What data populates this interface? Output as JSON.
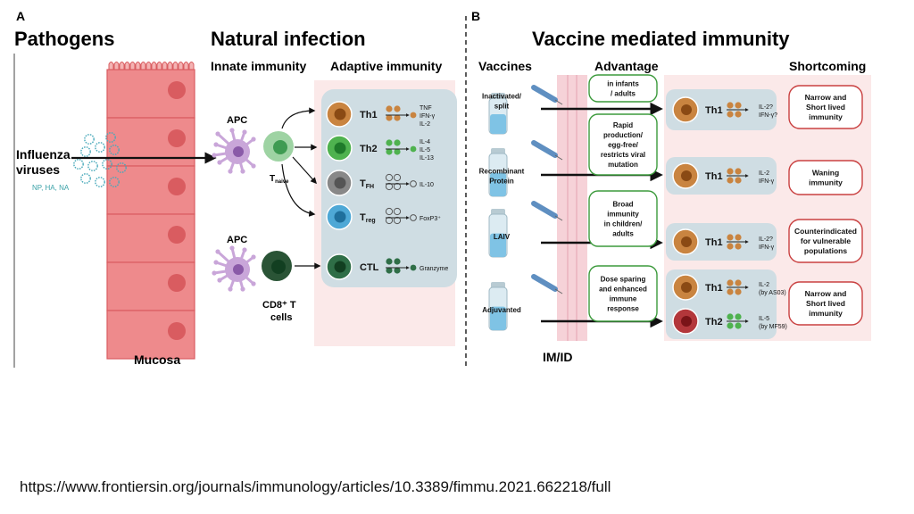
{
  "panel_a": {
    "letter": "A",
    "title_pathogens": "Pathogens",
    "title_natural": "Natural infection",
    "innate": "Innate immunity",
    "adaptive": "Adaptive immunity",
    "virus_label_1": "Influenza",
    "virus_label_2": "viruses",
    "antigens": "NP, HA, NA",
    "apc": "APC",
    "tnaive_main": "T",
    "tnaive_sub": "naive",
    "cd8_1": "CD8⁺ T",
    "cd8_2": "cells",
    "mucosa": "Mucosa",
    "cells": [
      {
        "name": "Th1",
        "sub": "",
        "cytokines": [
          "TNF",
          "IFN-γ",
          "IL-2"
        ]
      },
      {
        "name": "Th2",
        "sub": "",
        "cytokines": [
          "IL-4",
          "IL-5",
          "IL-13"
        ]
      },
      {
        "name": "T",
        "sub": "FH",
        "cytokines": [
          "IL-10"
        ]
      },
      {
        "name": "T",
        "sub": "reg",
        "cytokines": [
          "FoxP3⁺"
        ]
      },
      {
        "name": "CTL",
        "sub": "",
        "cytokines": [
          "Granzyme"
        ]
      }
    ]
  },
  "panel_b": {
    "letter": "B",
    "title": "Vaccine mediated immunity",
    "col_vaccines": "Vaccines",
    "col_advantage": "Advantage",
    "col_shortcoming": "Shortcoming",
    "route": "IM/ID",
    "rows": [
      {
        "vaccine": [
          "Inactivated/",
          "split"
        ],
        "advantage": [
          "in infants",
          "/ adults"
        ],
        "responses": [
          {
            "cell": "Th1",
            "cytokines": [
              "IL-2?",
              "IFN-γ?"
            ]
          }
        ],
        "shortcoming": [
          "Narrow and",
          "Short lived",
          "immunity"
        ]
      },
      {
        "vaccine": [
          "Recombinant",
          "Protein"
        ],
        "advantage": [
          "Rapid",
          "production/",
          "egg-free/",
          "restricts viral",
          "mutation"
        ],
        "responses": [
          {
            "cell": "Th1",
            "cytokines": [
              "IL-2",
              "IFN-γ"
            ]
          }
        ],
        "shortcoming": [
          "Waning",
          "immunity"
        ]
      },
      {
        "vaccine": [
          "LAIV"
        ],
        "advantage": [
          "Broad",
          "immunity",
          "in children/",
          "adults"
        ],
        "responses": [
          {
            "cell": "Th1",
            "cytokines": [
              "IL-2?",
              "IFN-γ"
            ]
          }
        ],
        "shortcoming": [
          "Counterindicated",
          "for vulnerable",
          "populations"
        ]
      },
      {
        "vaccine": [
          "Adjuvanted"
        ],
        "advantage": [
          "Dose sparing",
          "and enhanced",
          "immune",
          "response"
        ],
        "responses": [
          {
            "cell": "Th1",
            "cytokines": [
              "IL-2",
              "(by AS03)"
            ]
          },
          {
            "cell": "Th2",
            "cytokines": [
              "IL-5",
              "(by MF59)"
            ]
          }
        ],
        "shortcoming": [
          "Narrow and",
          "Short lived",
          "immunity"
        ]
      }
    ]
  },
  "source_url": "https://www.frontiersin.org/journals/immunology/articles/10.3389/fimmu.2021.662218/full",
  "colors": {
    "mucosa": "#ee8a8c",
    "mucosa_dark": "#d95c60",
    "th1": "#c98440",
    "th2": "#4fb24f",
    "tfh": "#888888",
    "treg": "#4ea8d6",
    "ctl": "#2f6e47",
    "apc": "#c9a6d9",
    "panel_bg": "#cfdde3",
    "shortcoming_border": "#c94040",
    "advantage_border": "#3c9a3c"
  }
}
